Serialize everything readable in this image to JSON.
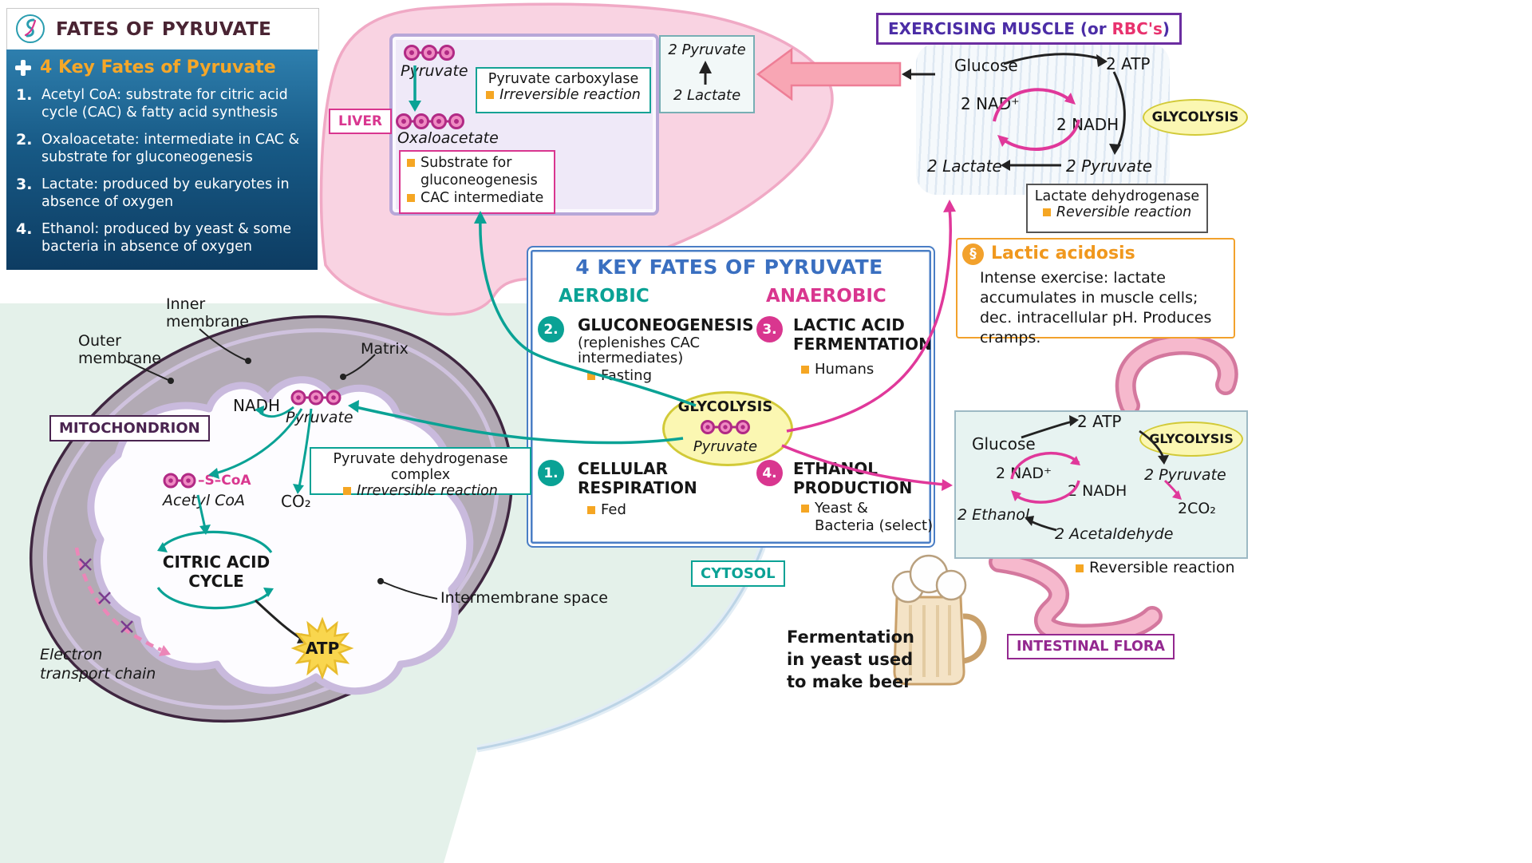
{
  "brand": {
    "title": "FATES OF PYRUVATE"
  },
  "key_fates_panel": {
    "heading": "4 Key Fates of Pyruvate",
    "items": [
      {
        "num": "1.",
        "line1": "Acetyl CoA: substrate for citric acid",
        "line2": "cycle (CAC) & fatty acid synthesis"
      },
      {
        "num": "2.",
        "line1": "Oxaloacetate: intermediate in CAC &",
        "line2": "substrate for gluconeogenesis"
      },
      {
        "num": "3.",
        "line1": "Lactate: produced by eukaryotes in",
        "line2": "absence of oxygen"
      },
      {
        "num": "4.",
        "line1": "Ethanol: produced by yeast & some",
        "line2": "bacteria in absence of oxygen"
      }
    ]
  },
  "liver": {
    "label": "LIVER",
    "pyruvate": "Pyruvate",
    "carboxylase": "Pyruvate carboxylase",
    "carboxylase_note": "Irreversible reaction",
    "oxaloacetate": "Oxaloacetate",
    "note_line1": "Substrate for",
    "note_line2": "gluconeogenesis",
    "note_line3": "CAC intermediate",
    "shuttle_top": "2 Pyruvate",
    "shuttle_bottom": "2 Lactate"
  },
  "muscle": {
    "title_pre": "EXERCISING MUSCLE (or ",
    "title_rbc": "RBC's",
    "title_post": ")",
    "glucose": "Glucose",
    "atp": "2 ATP",
    "nad": "2 NAD⁺",
    "nadh": "2 NADH",
    "lactate": "2 Lactate",
    "pyruvate": "2 Pyruvate",
    "glycolysis": "GLYCOLYSIS",
    "ldh": "Lactate dehydrogenase",
    "ldh_note": "Reversible reaction"
  },
  "lactic_acidosis": {
    "title": "Lactic acidosis",
    "body": "Intense exercise: lactate accumulates in muscle cells; dec. intracellular pH. Produces cramps."
  },
  "central": {
    "title": "4 KEY FATES OF PYRUVATE",
    "aerobic": "AEROBIC",
    "anaerobic": "ANAEROBIC",
    "glycolysis": "GLYCOLYSIS",
    "pyruvate": "Pyruvate",
    "cytosol": "CYTOSOL",
    "gluconeogenesis": {
      "num": "2.",
      "title": "GLUCONEOGENESIS",
      "sub1": "(replenishes CAC",
      "sub2": "intermediates)",
      "tag": "Fasting"
    },
    "lactic_fermentation": {
      "num": "3.",
      "title1": "LACTIC ACID",
      "title2": "FERMENTATION",
      "tag": "Humans"
    },
    "cellular_respiration": {
      "num": "1.",
      "title1": "CELLULAR",
      "title2": "RESPIRATION",
      "tag": "Fed"
    },
    "ethanol_production": {
      "num": "4.",
      "title1": "ETHANOL",
      "title2": "PRODUCTION",
      "tag1": "Yeast &",
      "tag2": "Bacteria (select)"
    }
  },
  "mitochondrion": {
    "label": "MITOCHONDRION",
    "inner_membrane": "Inner membrane",
    "outer_membrane": "Outer membrane",
    "matrix": "Matrix",
    "nadh": "NADH",
    "pyruvate": "Pyruvate",
    "pdc": "Pyruvate dehydrogenase complex",
    "pdc_note": "Irreversible reaction",
    "co2": "CO₂",
    "acetyl_tail": "–S–CoA",
    "acetyl": "Acetyl CoA",
    "cac_line1": "CITRIC ACID",
    "cac_line2": "CYCLE",
    "atp": "ATP",
    "etc": "Electron transport chain",
    "intermembrane": "Intermembrane space"
  },
  "fermentation": {
    "glucose": "Glucose",
    "atp": "2 ATP",
    "glycolysis": "GLYCOLYSIS",
    "nad": "2 NAD⁺",
    "nadh": "2 NADH",
    "pyruvate": "2 Pyruvate",
    "co2": "2CO₂",
    "acetaldehyde": "2 Acetaldehyde",
    "ethanol": "2 Ethanol",
    "note": "Reversible reaction",
    "flora": "INTESTINAL FLORA",
    "beer_line1": "Fermentation",
    "beer_line2": "in yeast used",
    "beer_line3": "to make beer"
  }
}
